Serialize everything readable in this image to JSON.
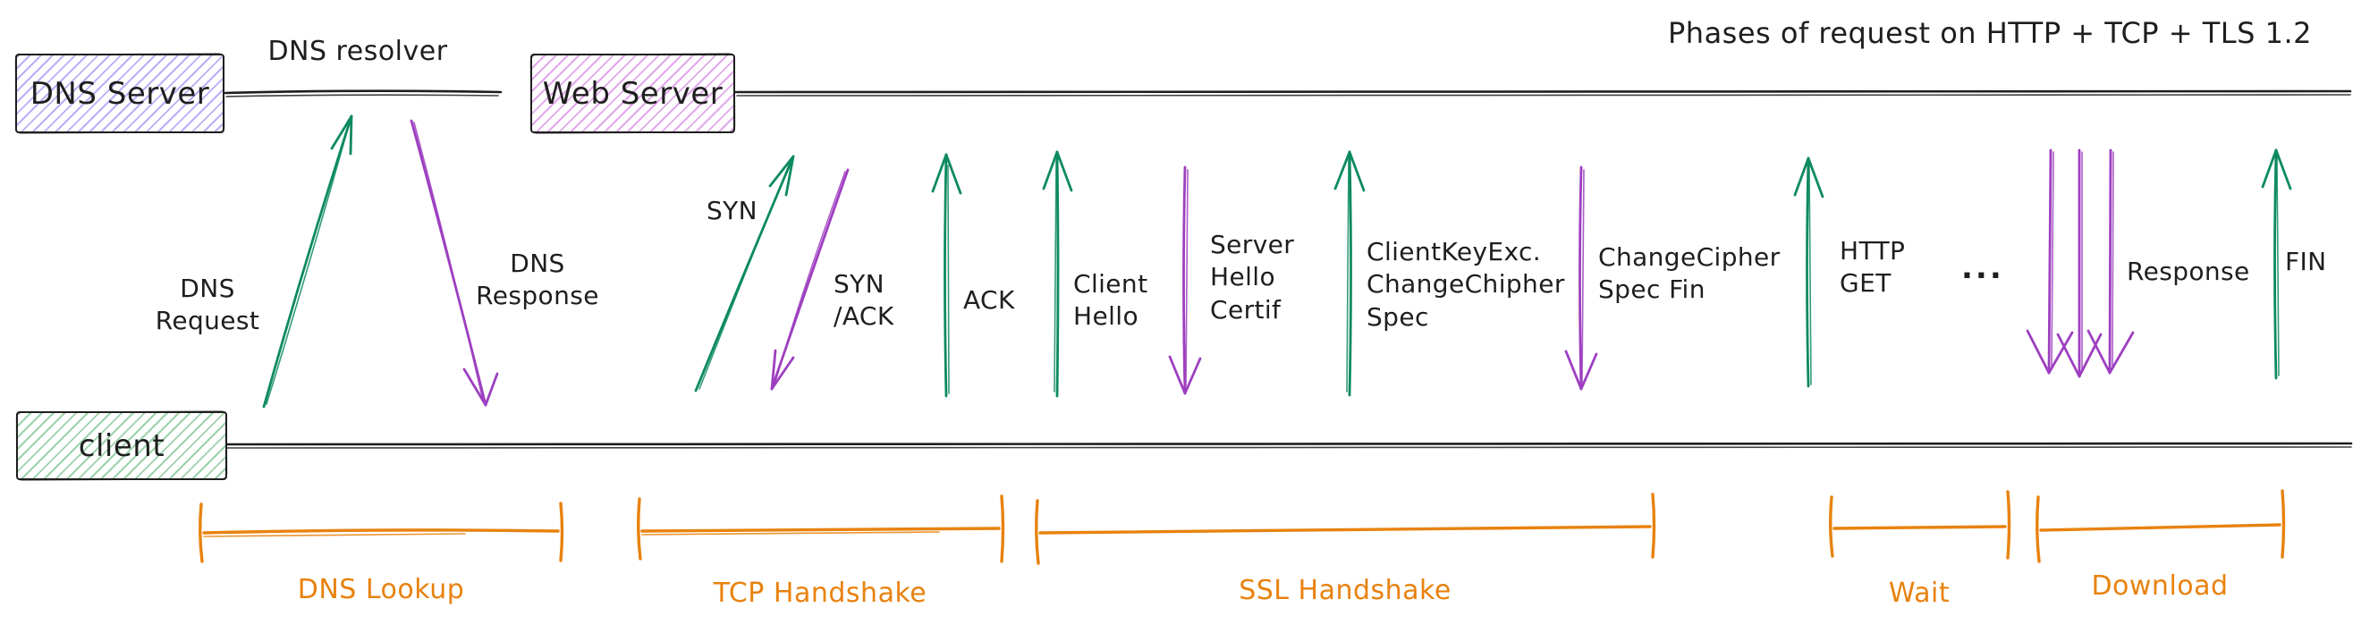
{
  "title": "Phases of request on HTTP + TCP + TLS 1.2",
  "actors": {
    "dns_server": {
      "label": "DNS Server"
    },
    "dns_resolver": {
      "label": "DNS resolver"
    },
    "web_server": {
      "label": "Web Server"
    },
    "client": {
      "label": "client"
    }
  },
  "messages": [
    {
      "id": "dns-request",
      "label": "DNS\nRequest",
      "direction": "up",
      "color": "green"
    },
    {
      "id": "dns-response",
      "label": "DNS\nResponse",
      "direction": "down",
      "color": "purple"
    },
    {
      "id": "syn",
      "label": "SYN",
      "direction": "up",
      "color": "green"
    },
    {
      "id": "syn-ack",
      "label": "SYN\n/ACK",
      "direction": "down",
      "color": "purple"
    },
    {
      "id": "ack",
      "label": "ACK",
      "direction": "up",
      "color": "green"
    },
    {
      "id": "client-hello",
      "label": "Client\nHello",
      "direction": "up",
      "color": "green"
    },
    {
      "id": "server-hello-certif",
      "label": "Server\nHello\nCertif",
      "direction": "down",
      "color": "purple"
    },
    {
      "id": "client-key-exchange",
      "label": "ClientKeyExc.\nChangeChipher\nSpec",
      "direction": "up",
      "color": "green"
    },
    {
      "id": "change-cipher-spec-fin",
      "label": "ChangeCipher\nSpec Fin",
      "direction": "down",
      "color": "purple"
    },
    {
      "id": "http-get",
      "label": "HTTP\nGET",
      "direction": "up",
      "color": "green"
    },
    {
      "id": "ellipsis",
      "label": "..."
    },
    {
      "id": "response",
      "label": "Response",
      "direction": "down",
      "color": "purple"
    },
    {
      "id": "fin",
      "label": "FIN",
      "direction": "up",
      "color": "green"
    }
  ],
  "phases": [
    {
      "id": "dns-lookup",
      "label": "DNS Lookup"
    },
    {
      "id": "tcp-handshake",
      "label": "TCP Handshake"
    },
    {
      "id": "ssl-handshake",
      "label": "SSL Handshake"
    },
    {
      "id": "wait",
      "label": "Wait"
    },
    {
      "id": "download",
      "label": "Download"
    }
  ],
  "colors": {
    "ink": "#1e1e1e",
    "request": "#0d8a60",
    "response": "#9d3fc0",
    "phase": "#e8820e",
    "dns_box_hatch": "#7a5cf0",
    "web_box_hatch": "#c44fd8",
    "client_box_hatch": "#3aa65a"
  }
}
